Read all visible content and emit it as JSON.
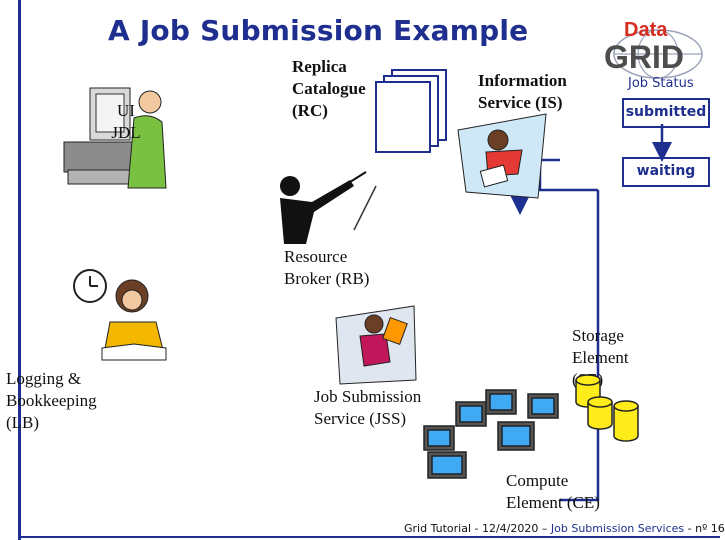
{
  "title": "A Job Submission Example",
  "ui": {
    "line1": "UI",
    "line2": "JDL"
  },
  "rc": {
    "line1": "Replica",
    "line2": "Catalogue",
    "line3": "(RC)"
  },
  "is": {
    "line1": "Information",
    "line2": "Service (IS)"
  },
  "status": {
    "header": "Job Status",
    "submitted": "submitted",
    "waiting": "waiting"
  },
  "rb": {
    "line1": "Resource",
    "line2": "Broker (RB)"
  },
  "lb": {
    "line1": "Logging &",
    "line2": "Bookkeeping",
    "line3": "(LB)"
  },
  "jss": {
    "line1": "Job Submission",
    "line2": "Service (JSS)"
  },
  "se": {
    "line1": "Storage",
    "line2": "Element",
    "line3": "(SE)"
  },
  "ce": {
    "line1": "Compute",
    "line2": "Element (CE)"
  },
  "logo": {
    "top": "Data",
    "bottom": "GRID"
  },
  "footer": {
    "prefix": "Grid Tutorial - 12/4/2020 – ",
    "section": "Job Submission Services",
    "suffix": " - nº 16"
  },
  "colors": {
    "accent": "#1e2f8f",
    "logo_red": "#d62d20",
    "logo_grey": "#4d4d4d"
  }
}
